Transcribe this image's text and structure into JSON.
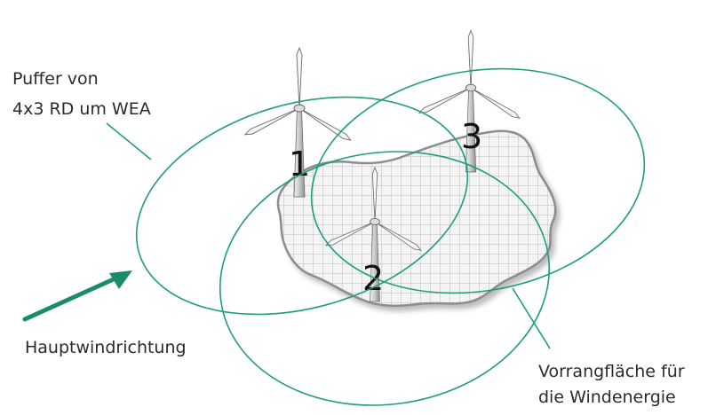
{
  "labels": {
    "buffer_line1": "Puffer von",
    "buffer_line2": "4x3 RD um WEA",
    "wind_direction": "Hauptwindrichtung",
    "priority_area_line1": "Vorrangfläche für",
    "priority_area_line2": "die Windenergie"
  },
  "turbines": [
    {
      "number": "1"
    },
    {
      "number": "2"
    },
    {
      "number": "3"
    }
  ],
  "colors": {
    "buffer_ellipse": "#1e9e7c",
    "wind_arrow": "#1a8c6c",
    "area_grid": "#b8b8b8",
    "area_outline": "#8a8a8a",
    "turbine": "#c8c8c8"
  }
}
